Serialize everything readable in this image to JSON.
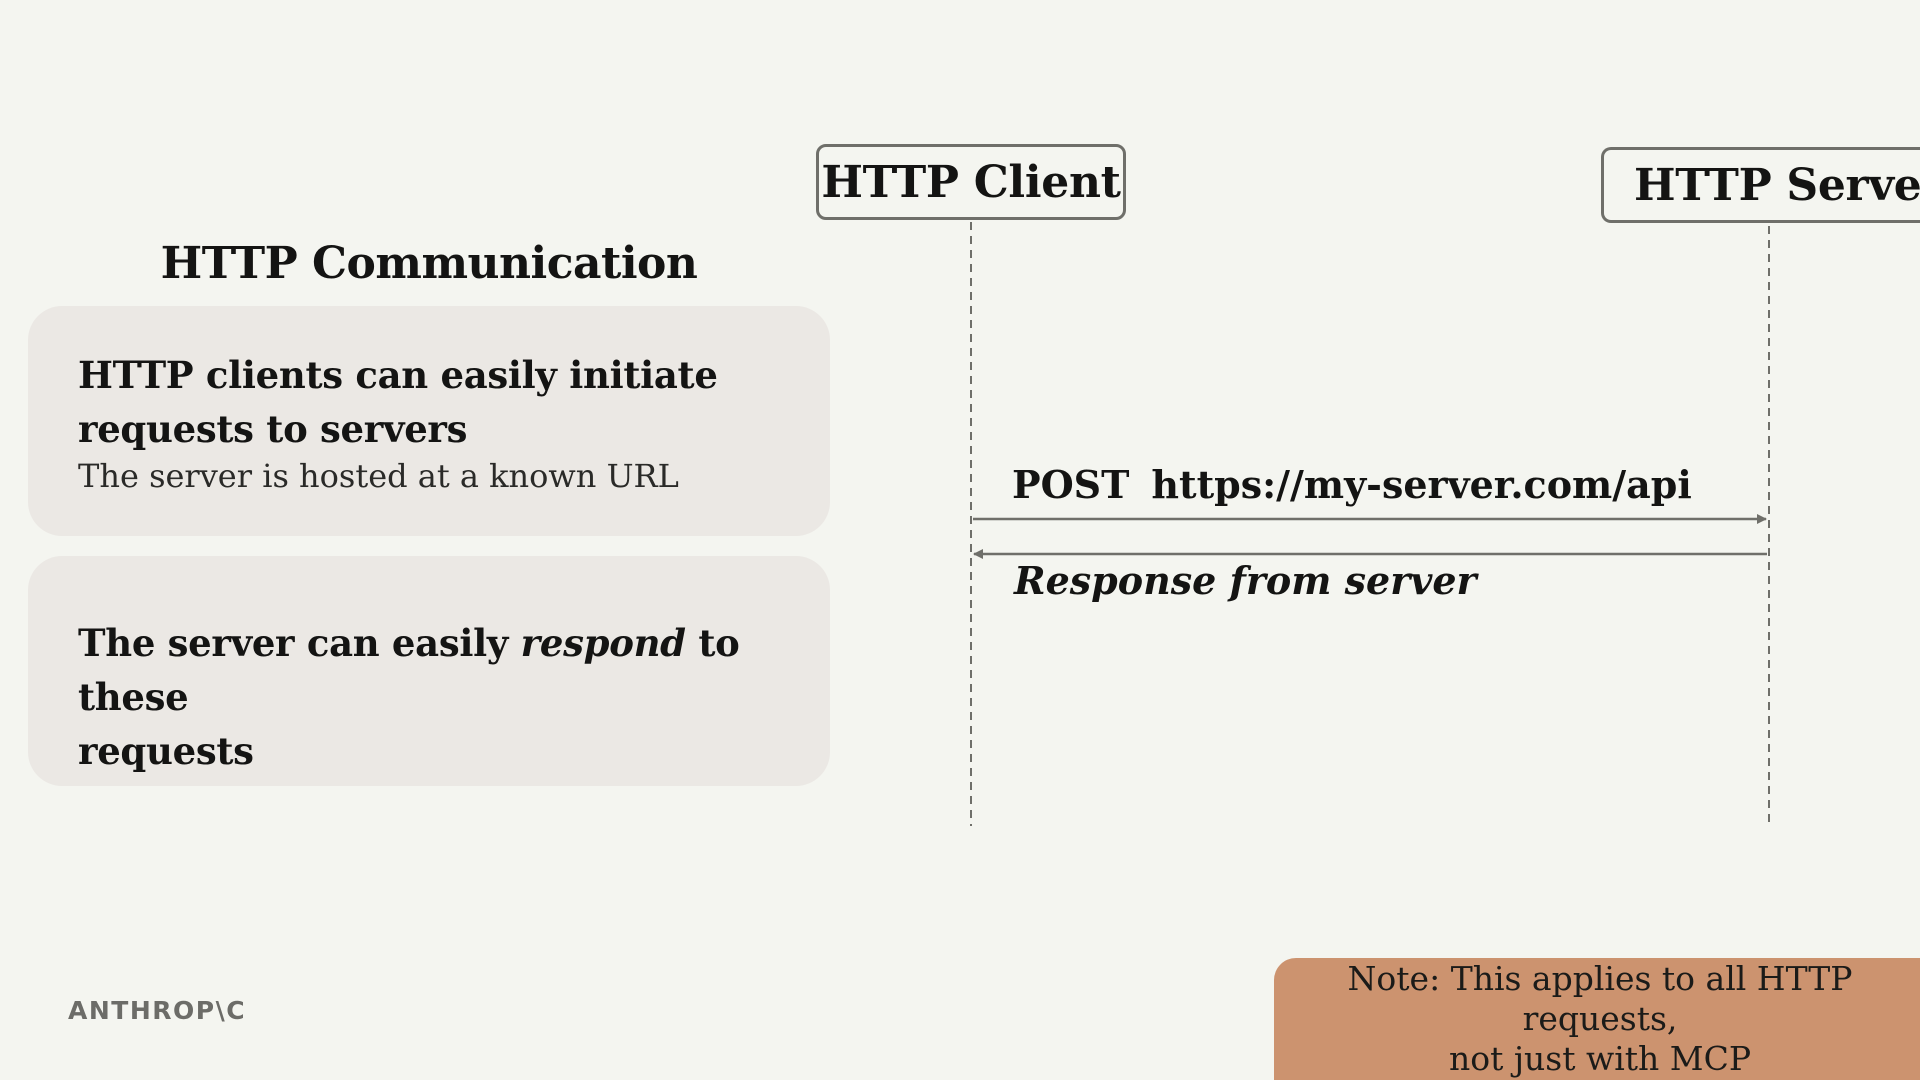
{
  "left_panel": {
    "title": "HTTP Communication",
    "card1": {
      "heading_line1": "HTTP clients can easily initiate",
      "heading_line2": "requests to servers",
      "subtext": "The server is hosted at a known URL"
    },
    "card2": {
      "heading_pre": "The server can easily ",
      "heading_emph": "respond",
      "heading_post": " to these",
      "heading_line2": "requests"
    }
  },
  "sequence": {
    "actors": {
      "client": "HTTP Client",
      "server": "HTTP Server"
    },
    "request": {
      "method": "POST",
      "url": "https://my-server.com/api"
    },
    "response": "Response from server"
  },
  "footer": {
    "logo": "ANTHROP\\C",
    "note_line1": "Note: This applies to all HTTP requests,",
    "note_line2": "not just with MCP"
  },
  "colors": {
    "background": "#f4f5f0",
    "card": "#ebe8e4",
    "note": "#cc936f",
    "line": "#6f6f6a"
  }
}
